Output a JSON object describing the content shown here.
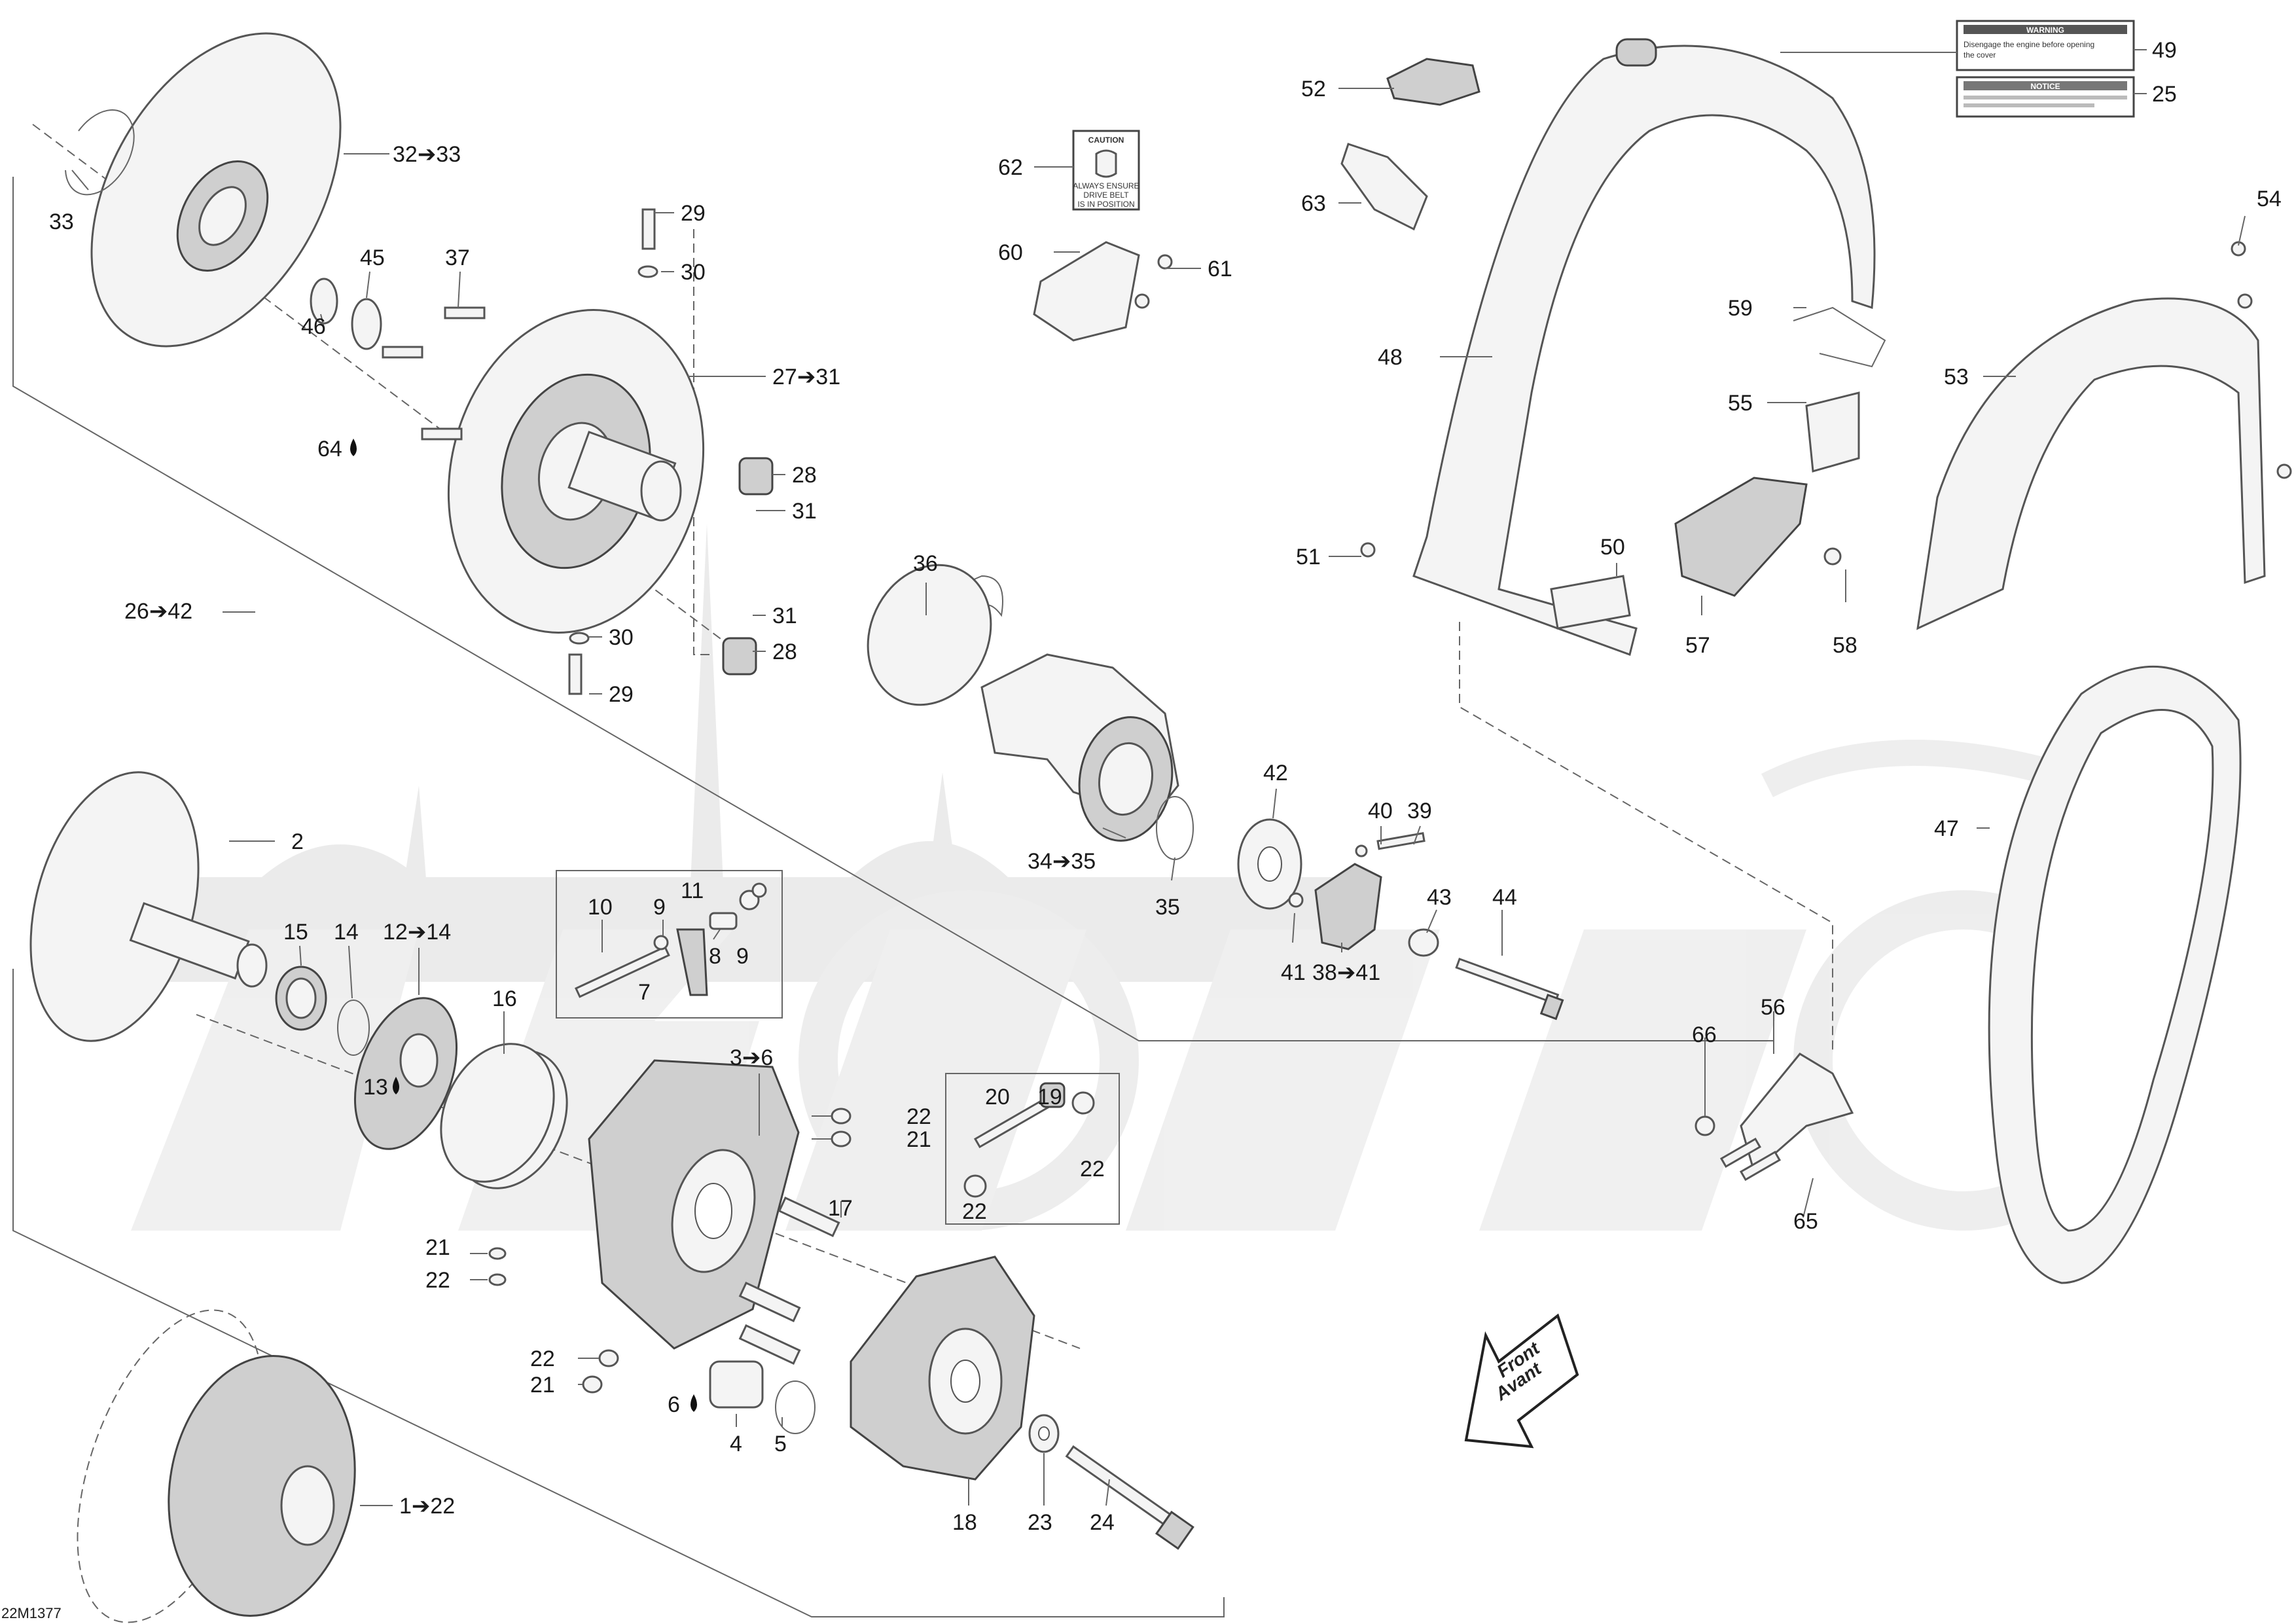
{
  "drawing_id": "22M1377",
  "direction_arrow": {
    "line1": "Front",
    "line2": "Avant"
  },
  "labels": {
    "caution_title": "CAUTION",
    "caution_line1": "ALWAYS ENSURE",
    "caution_line2": "DRIVE BELT",
    "caution_line3": "IS IN POSITION",
    "warning_title": "WARNING",
    "warning_line1": "Disengage the engine before opening",
    "warning_line2": "the cover",
    "notice_line1": "NOTICE"
  },
  "callouts": [
    {
      "id": "c33a",
      "text": "33"
    },
    {
      "id": "c3233",
      "text": "32➔33"
    },
    {
      "id": "c45",
      "text": "45"
    },
    {
      "id": "c46",
      "text": "46"
    },
    {
      "id": "c37",
      "text": "37"
    },
    {
      "id": "c29a",
      "text": "29"
    },
    {
      "id": "c30a",
      "text": "30"
    },
    {
      "id": "c2731",
      "text": "27➔31"
    },
    {
      "id": "c64",
      "text": "64"
    },
    {
      "id": "c28a",
      "text": "28"
    },
    {
      "id": "c31a",
      "text": "31"
    },
    {
      "id": "c2642",
      "text": "26➔42"
    },
    {
      "id": "c31b",
      "text": "31"
    },
    {
      "id": "c30b",
      "text": "30"
    },
    {
      "id": "c28b",
      "text": "28"
    },
    {
      "id": "c29b",
      "text": "29"
    },
    {
      "id": "c36",
      "text": "36"
    },
    {
      "id": "c62",
      "text": "62"
    },
    {
      "id": "c60",
      "text": "60"
    },
    {
      "id": "c61",
      "text": "61"
    },
    {
      "id": "c52",
      "text": "52"
    },
    {
      "id": "c63",
      "text": "63"
    },
    {
      "id": "c49",
      "text": "49"
    },
    {
      "id": "c25",
      "text": "25"
    },
    {
      "id": "c54",
      "text": "54"
    },
    {
      "id": "c59",
      "text": "59"
    },
    {
      "id": "c48",
      "text": "48"
    },
    {
      "id": "c53",
      "text": "53"
    },
    {
      "id": "c55",
      "text": "55"
    },
    {
      "id": "c51",
      "text": "51"
    },
    {
      "id": "c50",
      "text": "50"
    },
    {
      "id": "c57",
      "text": "57"
    },
    {
      "id": "c58",
      "text": "58"
    },
    {
      "id": "c2",
      "text": "2"
    },
    {
      "id": "c3435",
      "text": "34➔35"
    },
    {
      "id": "c42",
      "text": "42"
    },
    {
      "id": "c40",
      "text": "40"
    },
    {
      "id": "c39",
      "text": "39"
    },
    {
      "id": "c35",
      "text": "35"
    },
    {
      "id": "c47",
      "text": "47"
    },
    {
      "id": "c15",
      "text": "15"
    },
    {
      "id": "c14a",
      "text": "14"
    },
    {
      "id": "c1214",
      "text": "12➔14"
    },
    {
      "id": "c10",
      "text": "10"
    },
    {
      "id": "c9a",
      "text": "9"
    },
    {
      "id": "c11",
      "text": "11"
    },
    {
      "id": "c8",
      "text": "8"
    },
    {
      "id": "c9b",
      "text": "9"
    },
    {
      "id": "c7",
      "text": "7"
    },
    {
      "id": "c43",
      "text": "43"
    },
    {
      "id": "c44",
      "text": "44"
    },
    {
      "id": "c41",
      "text": "41"
    },
    {
      "id": "c3841",
      "text": "38➔41"
    },
    {
      "id": "c16",
      "text": "16"
    },
    {
      "id": "c56",
      "text": "56"
    },
    {
      "id": "c66",
      "text": "66"
    },
    {
      "id": "c36b",
      "text": "3➔6"
    },
    {
      "id": "c13",
      "text": "13"
    },
    {
      "id": "c22a",
      "text": "22"
    },
    {
      "id": "c21a",
      "text": "21"
    },
    {
      "id": "c20",
      "text": "20"
    },
    {
      "id": "c19",
      "text": "19"
    },
    {
      "id": "c22b",
      "text": "22"
    },
    {
      "id": "c65",
      "text": "65"
    },
    {
      "id": "c17",
      "text": "17"
    },
    {
      "id": "c21b",
      "text": "21"
    },
    {
      "id": "c22c",
      "text": "22"
    },
    {
      "id": "c22d",
      "text": "22"
    },
    {
      "id": "c22e",
      "text": "22"
    },
    {
      "id": "c21c",
      "text": "21"
    },
    {
      "id": "c6",
      "text": "6"
    },
    {
      "id": "c4",
      "text": "4"
    },
    {
      "id": "c5",
      "text": "5"
    },
    {
      "id": "c18",
      "text": "18"
    },
    {
      "id": "c23",
      "text": "23"
    },
    {
      "id": "c24",
      "text": "24"
    },
    {
      "id": "c122",
      "text": "1➔22"
    }
  ]
}
